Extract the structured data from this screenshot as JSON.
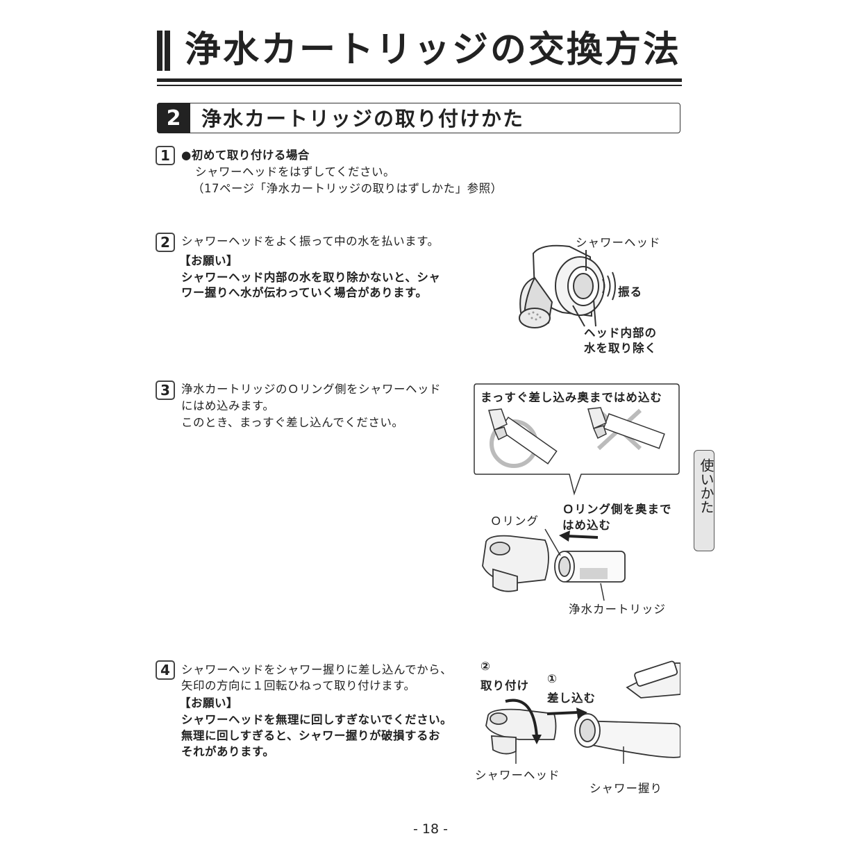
{
  "header": {
    "title": "浄水カートリッジの交換方法"
  },
  "section": {
    "number": "2",
    "title": "浄水カートリッジの取り付けかた"
  },
  "steps": [
    {
      "number": "1",
      "lines": [
        "●初めて取り付ける場合",
        "シャワーヘッドをはずしてください。",
        "（17ページ「浄水カートリッジの取りはずしかた」参照）"
      ]
    },
    {
      "number": "2",
      "main": "シャワーヘッドをよく振って中の水を払います。",
      "note_title": "【お願い】",
      "note_lines": [
        "シャワーヘッド内部の水を取り除かないと、シャ",
        "ワー握りへ水が伝わっていく場合があります。"
      ]
    },
    {
      "number": "3",
      "lines": [
        "浄水カートリッジのＯリング側をシャワーヘッド",
        "にはめ込みます。",
        "このとき、まっすぐ差し込んでください。"
      ]
    },
    {
      "number": "4",
      "lines": [
        "シャワーヘッドをシャワー握りに差し込んでから、",
        "矢印の方向に１回転ひねって取り付けます。"
      ],
      "note_title": "【お願い】",
      "note_lines": [
        "シャワーヘッドを無理に回しすぎないでください。",
        "無理に回しすぎると、シャワー握りが破損するお",
        "それがあります。"
      ]
    }
  ],
  "figure2": {
    "label_head": "シャワーヘッド",
    "label_shake": "振る",
    "label_remove_1": "ヘッド内部の",
    "label_remove_2": "水を取り除く"
  },
  "figure3": {
    "callout": "まっすぐ差し込み奥まではめ込む",
    "label_oring": "Ｏリング",
    "label_insert_1": "Ｏリング側を奥まで",
    "label_insert_2": "はめ込む",
    "label_cartridge": "浄水カートリッジ"
  },
  "figure4": {
    "step2_mark": "②",
    "step2_label": "取り付け",
    "step1_mark": "①",
    "step1_label": "差し込む",
    "label_head": "シャワーヘッド",
    "label_grip": "シャワー握り"
  },
  "side_tab": "使いかた",
  "page_number": "- 18 -"
}
